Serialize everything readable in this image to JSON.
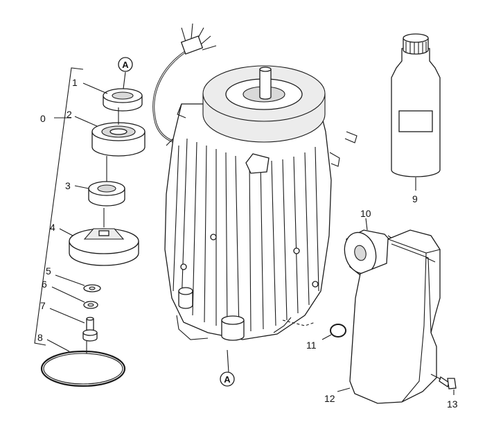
{
  "labels": {
    "p0": "0",
    "p1": "1",
    "p2": "2",
    "p3": "3",
    "p4": "4",
    "p5": "5",
    "p6": "6",
    "p7": "7",
    "p8": "8",
    "p9": "9",
    "p10": "10",
    "p11": "11",
    "p12": "12",
    "p13": "13"
  },
  "markers": {
    "top": "A",
    "bottom": "A"
  }
}
